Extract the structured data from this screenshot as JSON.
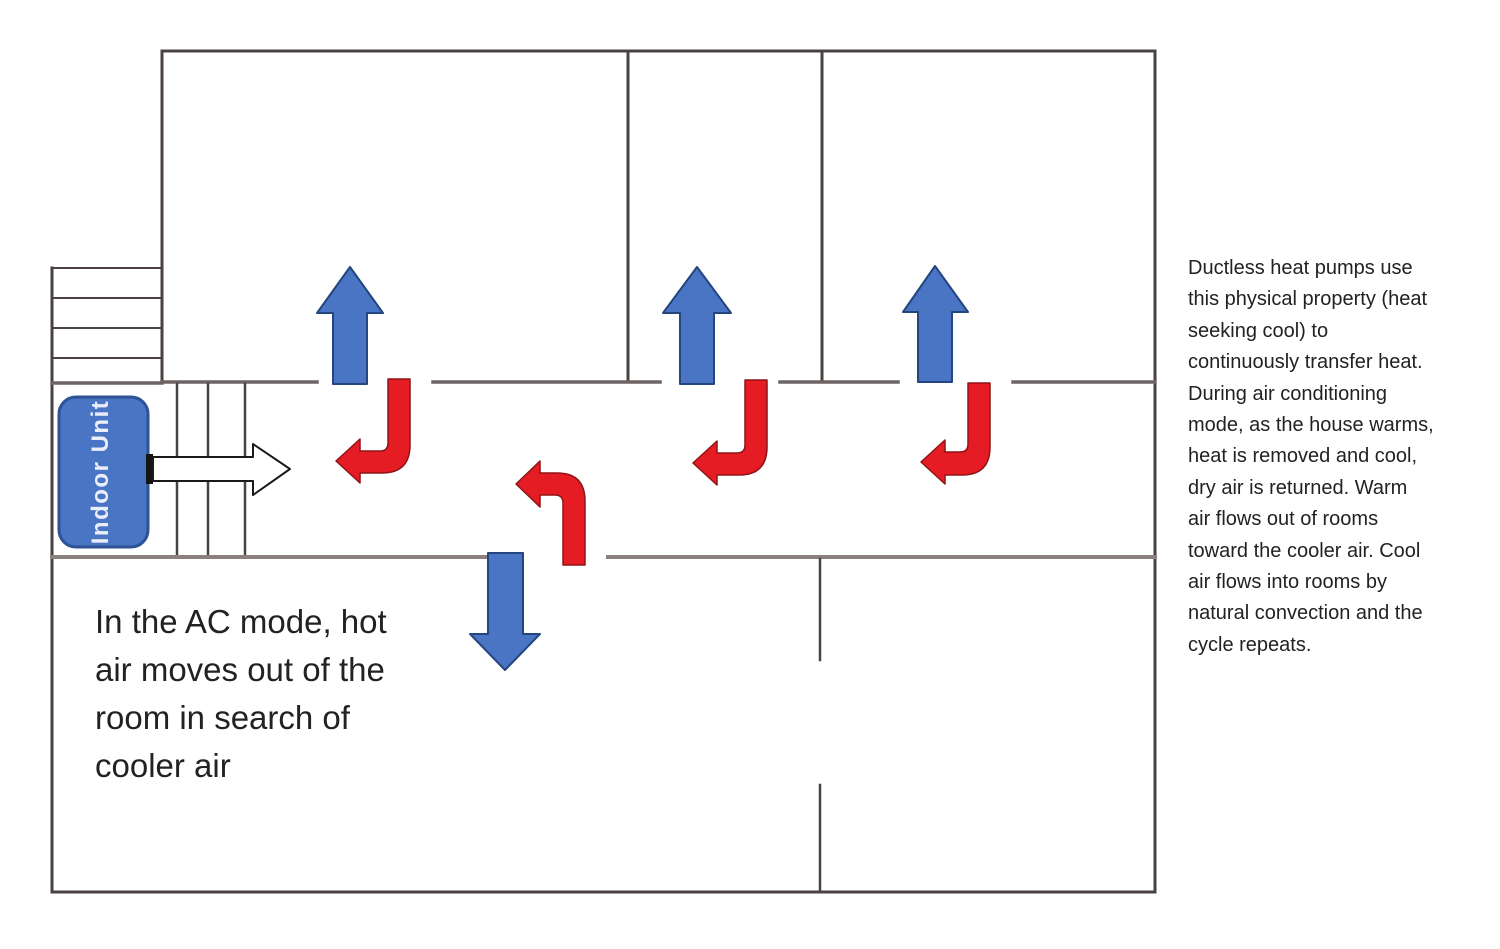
{
  "colors": {
    "background": "#ffffff",
    "wall": "#4a4242",
    "hall_wall": "#6e6464",
    "wall_gray": "#8a8080",
    "arrow_blue": "#4a74c4",
    "arrow_blue_border": "#24457e",
    "arrow_red": "#e51c23",
    "arrow_red_border": "#8f1418",
    "unit_fill": "#4a74c4",
    "unit_border": "#2e5395",
    "unit_text": "#e9eef9",
    "outflow_fill": "#ffffff",
    "outflow_border": "#1a1a1a",
    "text_color": "#222222"
  },
  "floorplan": {
    "indoor_unit_label": "Indoor Unit"
  },
  "left_caption": {
    "lines": [
      "In the AC mode, hot",
      "air moves out of the",
      "room in search of",
      "cooler air"
    ]
  },
  "right_paragraph": {
    "lines": [
      "Ductless heat pumps use",
      "this physical property (heat",
      "seeking cool) to",
      "continuously transfer heat.",
      "During air conditioning",
      "mode, as the house warms,",
      "heat is removed and cool,",
      "dry air is returned. Warm",
      "air flows out of rooms",
      "toward the cooler air. Cool",
      "air flows into rooms by",
      "natural convection and the",
      "cycle repeats."
    ]
  }
}
